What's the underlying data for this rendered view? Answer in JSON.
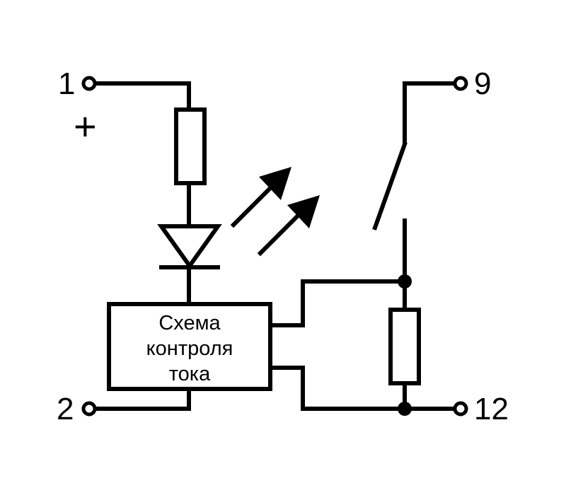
{
  "terminals": {
    "t1": "1",
    "t2": "2",
    "t9": "9",
    "t12": "12"
  },
  "polarity": "+",
  "control_block": {
    "line1": "Схема",
    "line2": "контроля",
    "line3": "тока"
  },
  "colors": {
    "line": "#000000",
    "background": "#ffffff"
  },
  "icons": {
    "led": "diode-icon",
    "light": "light-arrows-icon",
    "switch": "switch-icon",
    "resistor": "resistor-icon"
  }
}
